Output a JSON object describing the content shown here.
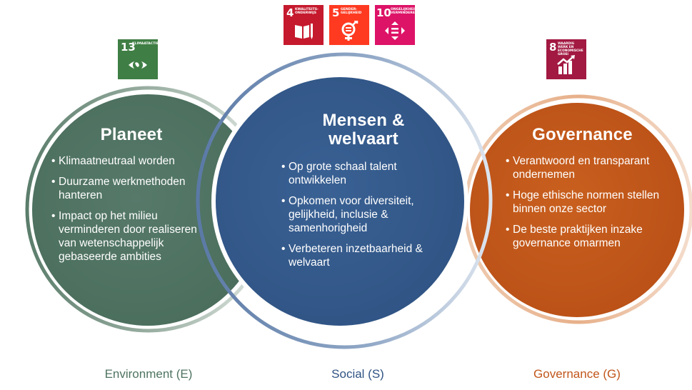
{
  "colors": {
    "environment": "#4f7461",
    "social": "#345a8a",
    "governance": "#c1561a",
    "sdg13": "#3f7e44",
    "sdg4": "#c5192d",
    "sdg5": "#ff3a21",
    "sdg10": "#dd1367",
    "sdg8": "#a21942"
  },
  "circles": {
    "environment": {
      "title": "Planeet",
      "bullets": [
        "Klimaatneutraal worden",
        "Duurzame werkmethoden hanteren",
        "Impact op het milieu verminderen door realiseren van wetenschappelijk gebaseerde ambities"
      ]
    },
    "social": {
      "title_line1": "Mensen &",
      "title_line2": "welvaart",
      "bullets": [
        "Op grote schaal talent ontwikkelen",
        "Opkomen voor diversiteit, gelijkheid, inclusie & samenhorigheid",
        "Verbeteren inzetbaarheid & welvaart"
      ]
    },
    "governance": {
      "title": "Governance",
      "bullets": [
        "Verantwoord en transparant ondernemen",
        "Hoge ethische normen stellen binnen onze sector",
        "De beste praktijken inzake governance omarmen"
      ]
    }
  },
  "sdgs": [
    {
      "number": "13",
      "label": "KLIMAATACTIE",
      "icon": "eye-globe-icon"
    },
    {
      "number": "4",
      "label": "KWALITEITS-ONDERWIJS",
      "icon": "book-pencil-icon"
    },
    {
      "number": "5",
      "label": "GENDER-GELIJKHEID",
      "icon": "gender-equality-icon"
    },
    {
      "number": "10",
      "label": "ONGELIJKHEID VERMINDEREN",
      "icon": "reduced-inequality-icon"
    },
    {
      "number": "8",
      "label": "WAARDIG WERK EN ECONOMISCHE GROEI",
      "icon": "growth-chart-icon"
    }
  ],
  "pillar_labels": {
    "environment": "Environment (E)",
    "social": "Social (S)",
    "governance": "Governance (G)"
  }
}
